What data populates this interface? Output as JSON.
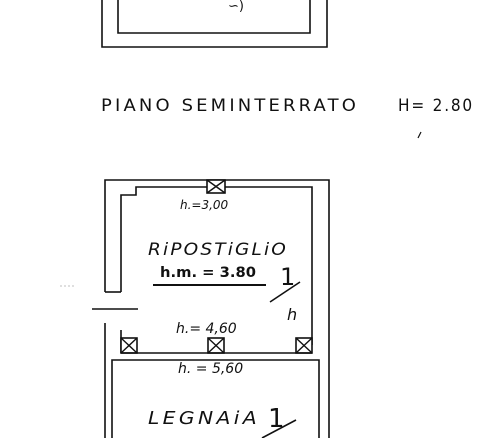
{
  "upper_room": {
    "partial_label": "∽)"
  },
  "floor": {
    "title": "PIANO  SEMINTERRATO",
    "height_label": "H= 2.80"
  },
  "ripostiglio": {
    "name": "RiPOSTiGLiO",
    "h_top": "h.=3,00",
    "hm": "h.m. = 3.80",
    "number": "1",
    "sub": "h",
    "h_mid": "h.= 4,60"
  },
  "legnaia": {
    "name": "LEGNAiA",
    "h": "h. = 5,60",
    "number": "1"
  }
}
